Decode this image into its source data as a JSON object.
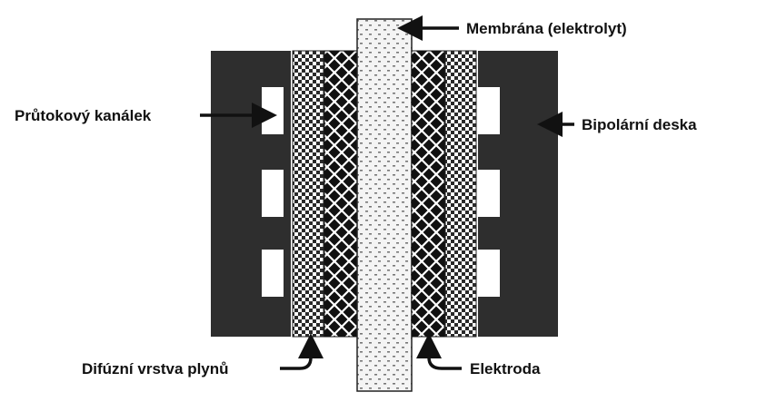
{
  "diagram": {
    "labels": {
      "membrane": "Membrána (elektrolyt)",
      "flow_channel": "Průtokový kanálek",
      "bipolar_plate": "Bipolární deska",
      "gas_diffusion_layer": "Difúzní vrstva plynů",
      "electrode": "Elektroda"
    },
    "colors": {
      "bipolar_plate": "#2e2e2e",
      "gdl_background": "#ffffff",
      "gdl_pattern": "#2a2a2a",
      "electrode_background": "#111111",
      "electrode_lines": "#ffffff",
      "membrane_background": "#f4f4f4",
      "membrane_dots": "#777777",
      "arrow": "#111111",
      "text": "#111111"
    }
  }
}
